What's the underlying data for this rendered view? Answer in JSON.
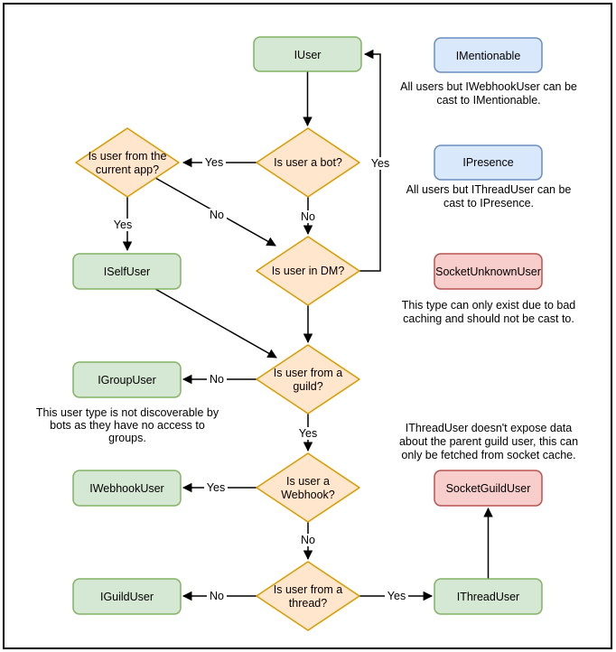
{
  "colors": {
    "green_fill": "#d5e8d4",
    "green_stroke": "#82b366",
    "blue_fill": "#dae8fc",
    "blue_stroke": "#6c8ebf",
    "orange_fill": "#ffe6cc",
    "orange_stroke": "#d79b00",
    "red_fill": "#f8cecc",
    "red_stroke": "#b85450",
    "edge": "#000000",
    "text": "#000000",
    "background": "#ffffff",
    "border": "#000000"
  },
  "nodes": {
    "iuser": {
      "label": "IUser"
    },
    "imentionable": {
      "label": "IMentionable"
    },
    "ipresence": {
      "label": "IPresence"
    },
    "socket_unknown_user": {
      "label": "SocketUnknownUser"
    },
    "iselfuser": {
      "label": "ISelfUser"
    },
    "igroupuser": {
      "label": "IGroupUser"
    },
    "iwebhookuser": {
      "label": "IWebhookUser"
    },
    "socket_guild_user": {
      "label": "SocketGuildUser"
    },
    "iguilduser": {
      "label": "IGuildUser"
    },
    "ithreaduser": {
      "label": "IThreadUser"
    }
  },
  "decisions": {
    "is_bot": {
      "lines": [
        "Is user a bot?"
      ]
    },
    "from_current_app": {
      "lines": [
        "Is user from the",
        "current app?"
      ]
    },
    "in_dm": {
      "lines": [
        "Is user in DM?"
      ]
    },
    "from_guild": {
      "lines": [
        "Is user from a",
        "guild?"
      ]
    },
    "is_webhook": {
      "lines": [
        "Is user a",
        "Webhook?"
      ]
    },
    "from_thread": {
      "lines": [
        "Is user from a",
        "thread?"
      ]
    }
  },
  "edge_labels": {
    "yes": "Yes",
    "no": "No"
  },
  "notes": {
    "imentionable": {
      "lines": [
        "All users but IWebhookUser can be",
        "cast to IMentionable."
      ]
    },
    "ipresence": {
      "lines": [
        "All users but IThreadUser can be",
        "cast to IPresence."
      ]
    },
    "socket_unknown": {
      "lines": [
        "This type can only exist due to bad",
        "caching and should not be cast to."
      ]
    },
    "igroupuser": {
      "lines": [
        "This user type is not discoverable by",
        "bots as they have no access to",
        "groups."
      ]
    },
    "ithreaduser": {
      "lines": [
        "IThreadUser doesn't expose data",
        "about the parent guild user, this can",
        "only be fetched from socket cache."
      ]
    }
  }
}
